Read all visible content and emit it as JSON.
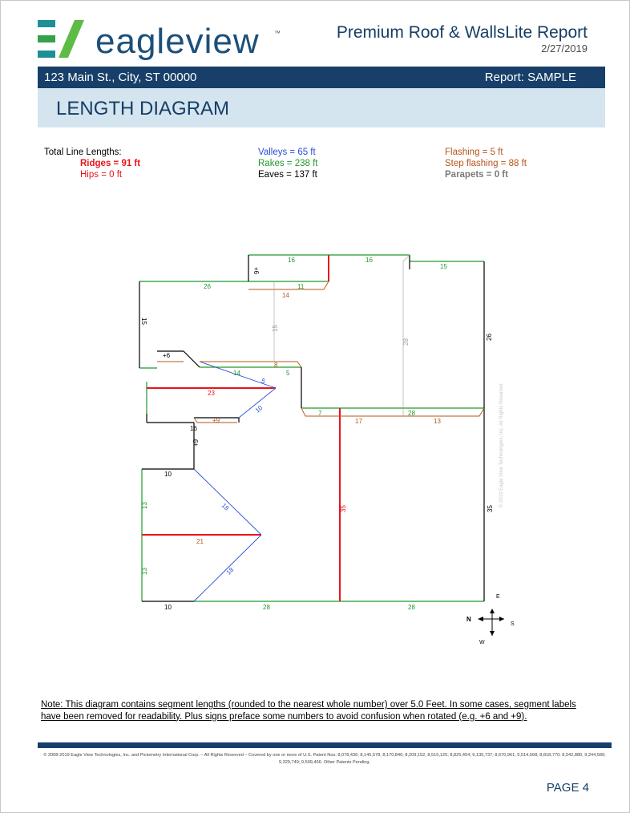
{
  "header": {
    "logo_text": "eagleview",
    "logo_tm": "™",
    "report_title": "Premium Roof & WallsLite Report",
    "report_date": "2/27/2019"
  },
  "info_bar": {
    "address": "123 Main St., City, ST 00000",
    "report_id": "Report: SAMPLE"
  },
  "section_title": "LENGTH DIAGRAM",
  "totals": {
    "heading": "Total Line Lengths:",
    "ridges": "Ridges = 91 ft",
    "hips": "Hips = 0 ft",
    "valleys": "Valleys = 65 ft",
    "rakes": "Rakes = 238 ft",
    "eaves": "Eaves = 137 ft",
    "flashing": "Flashing = 5 ft",
    "step_flashing": "Step flashing = 88 ft",
    "parapets": "Parapets = 0 ft"
  },
  "colors": {
    "brand_dark": "#173f69",
    "ridge": "#e8141b",
    "valley": "#2a4fd6",
    "rake": "#1f9a2a",
    "eave": "#000000",
    "flashing": "#b5541c",
    "parapet": "#7a7a7a"
  },
  "diagram": {
    "watermark": "© 2019 Eagle View Technologies, Inc. All Rights Reserved",
    "labels": [
      "16",
      "16",
      "15",
      "+6",
      "26",
      "11",
      "14",
      "15",
      "15",
      "28",
      "26",
      "+6",
      "8",
      "14",
      "5",
      "5",
      "23",
      "10",
      "7",
      "17",
      "28",
      "13",
      "+9",
      "16",
      "+9",
      "10",
      "13",
      "18",
      "35",
      "35",
      "21",
      "13",
      "18",
      "10",
      "28",
      "28"
    ],
    "compass": {
      "n": "N",
      "s": "S",
      "e": "E",
      "w": "W"
    }
  },
  "note": "Note: This diagram contains segment lengths (rounded to the nearest whole number) over 5.0 Feet. In some cases, segment labels have been removed for readability. Plus signs preface some numbers to avoid confusion when rotated (e.g. +6 and +9).",
  "footer": {
    "copyright": "© 2008-2019 Eagle View Technologies, Inc. and Pictometry International Corp. – All Rights Reserved – Covered by one or more of U.S. Patent Nos. 8,078,436; 8,145,578; 8,170,840; 8,209,152; 8,515,125; 8,825,454; 9,135,737; 8,670,961; 9,514,568; 8,818,770; 8,542,880; 9,244,589; 9,329,749; 9,599,466. Other Patents Pending.",
    "page": "PAGE 4"
  }
}
